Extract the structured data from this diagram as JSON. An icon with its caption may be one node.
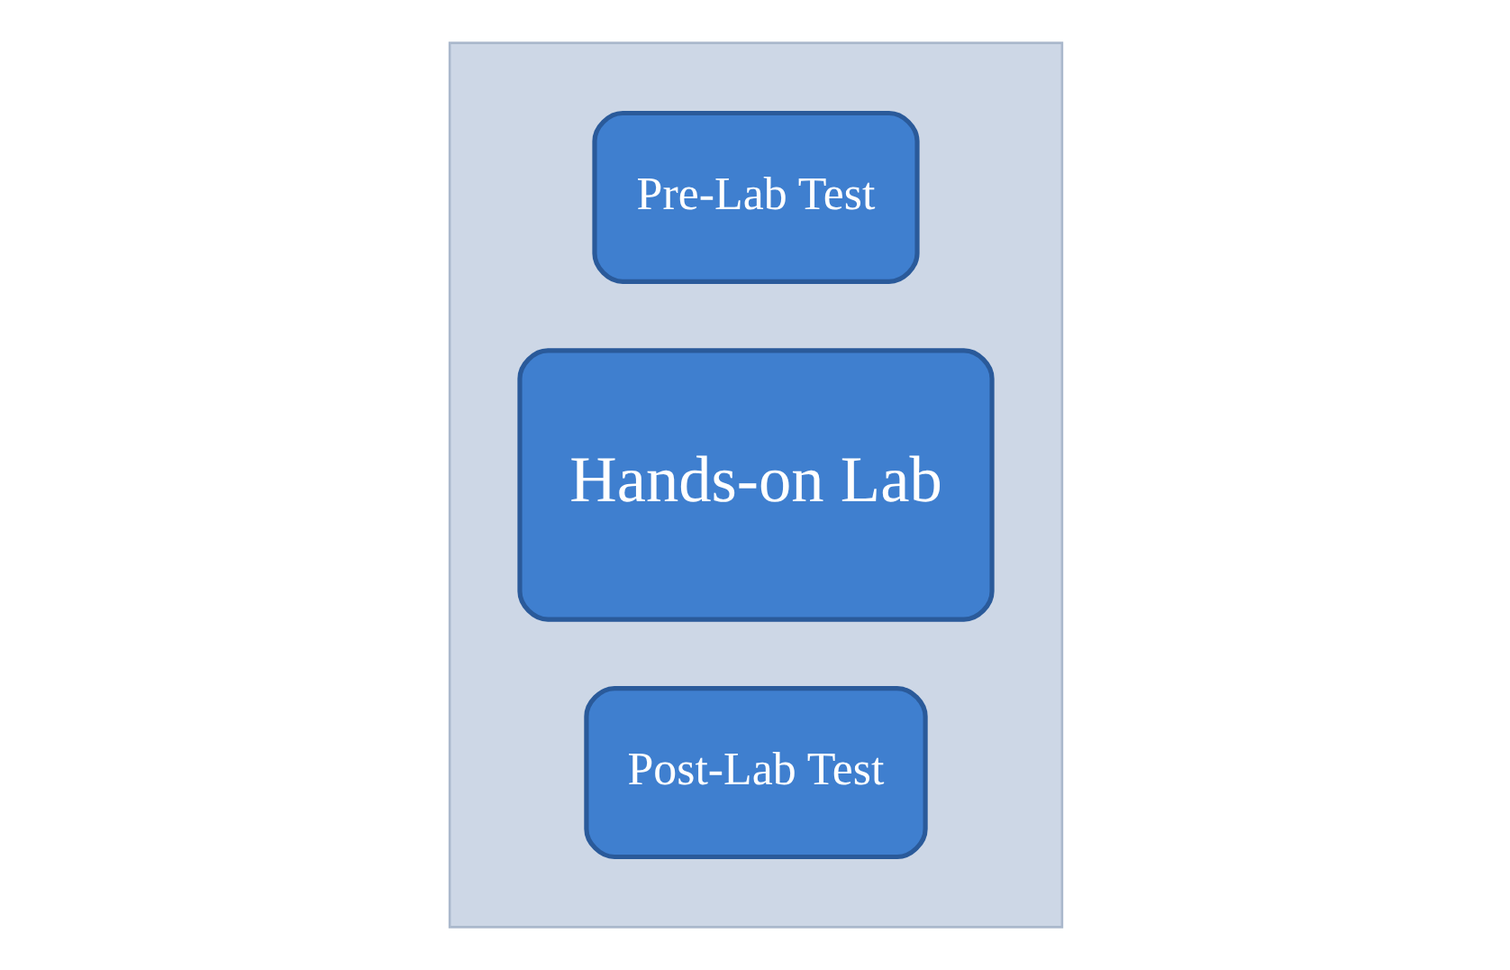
{
  "diagram": {
    "nodes": [
      {
        "text": [],
        "shape": "arrow"
      },
      {
        "text": [
          "Pre-Lab Test"
        ],
        "in": 0
      },
      {
        "text": [
          "Hands-on Lab"
        ],
        "in": 0
      },
      {
        "text": [
          "Post-Lab Test"
        ],
        "in": 0
      }
    ]
  }
}
